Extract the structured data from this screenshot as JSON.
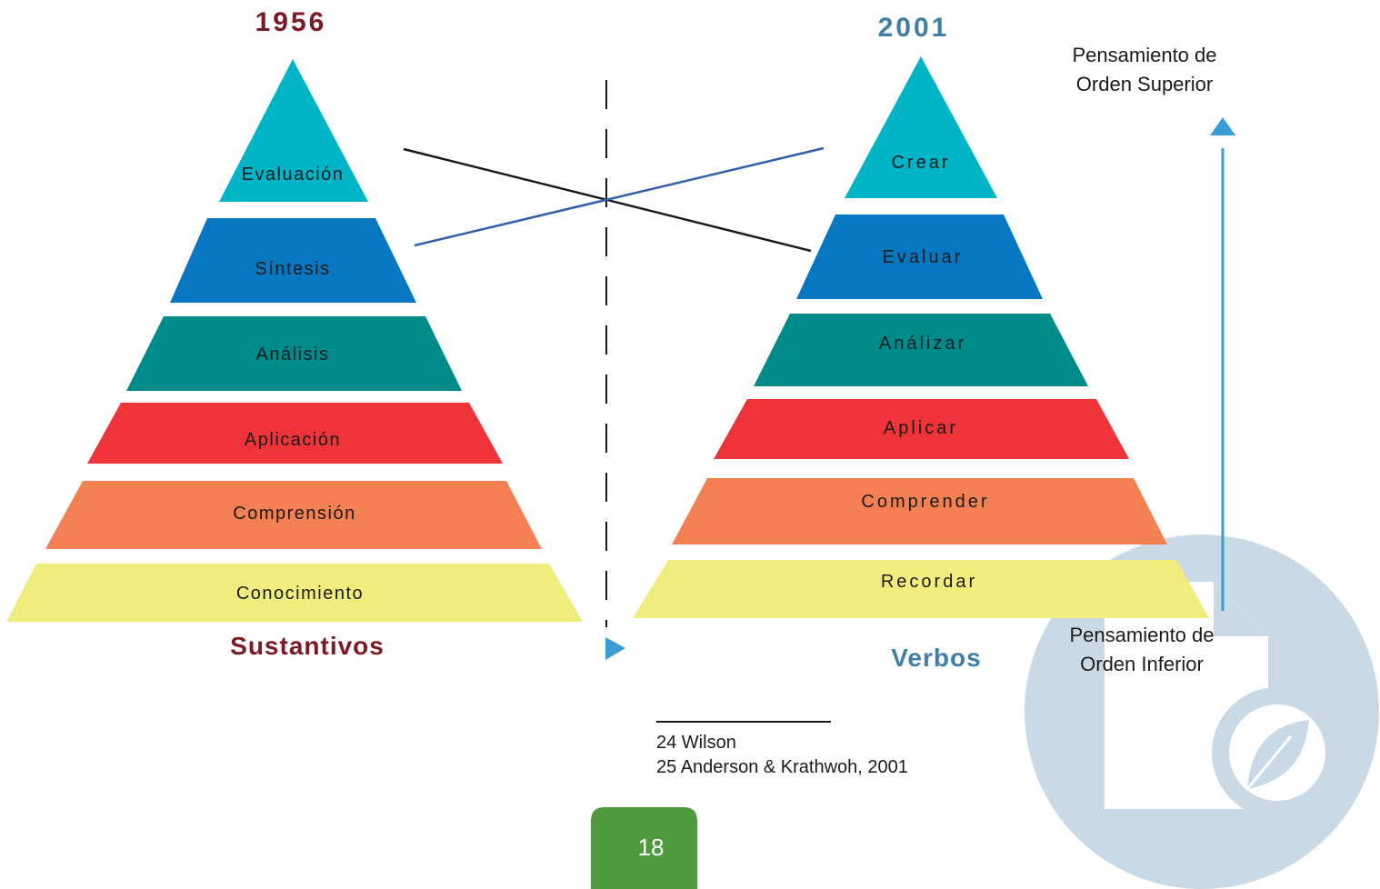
{
  "left": {
    "year": "1956",
    "caption": "Sustantivos",
    "tiers": [
      "Evaluación",
      "Síntesis",
      "Análisis",
      "Aplicación",
      "Comprensión",
      "Conocimiento"
    ]
  },
  "right": {
    "year": "2001",
    "caption": "Verbos",
    "tiers": [
      "Crear",
      "Evaluar",
      "Análizar",
      "Aplicar",
      "Comprender",
      "Recordar"
    ]
  },
  "arrow": {
    "top_line1": "Pensamiento de",
    "top_line2": "Orden Superior",
    "bottom_line1": "Pensamiento de",
    "bottom_line2": "Orden Inferior"
  },
  "footnotes": [
    "24 Wilson",
    "25 Anderson & Krathwoh, 2001"
  ],
  "page_number": "18",
  "colors": {
    "tier_colors": [
      "#00b4c8",
      "#0877c1",
      "#008b8b",
      "#ee3439",
      "#f28052",
      "#f0ec7d"
    ],
    "year_left": "#7b1a24",
    "year_right": "#3f7ea6",
    "caption_left": "#7b1a24",
    "caption_right": "#3f7ea6",
    "arrow": "#3a9dd6",
    "page_badge": "#4f9a3d",
    "watermark": "#c9d9e6"
  }
}
